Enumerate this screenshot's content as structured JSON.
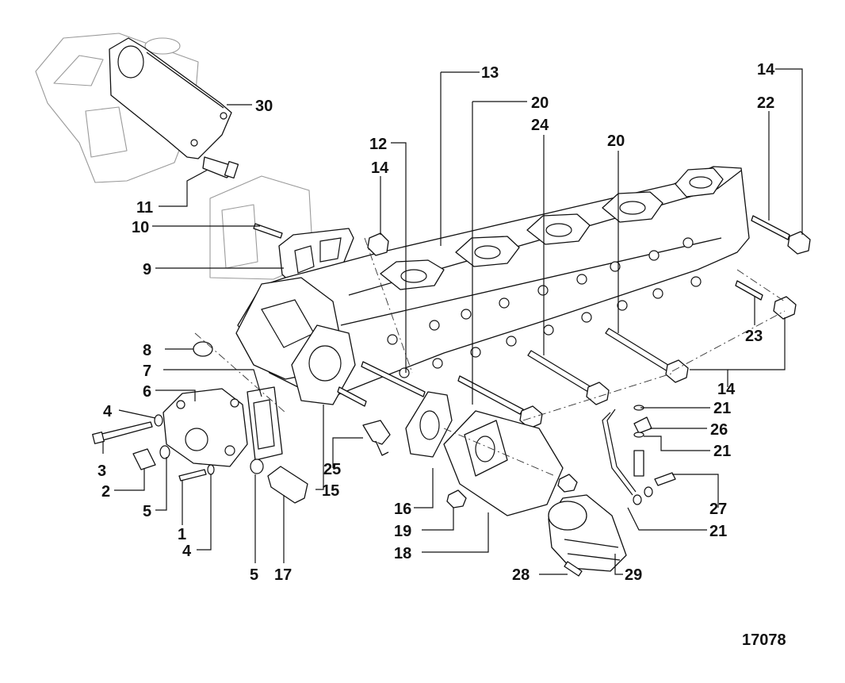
{
  "drawing_number": "17078",
  "callouts": {
    "c1": "1",
    "c2": "2",
    "c3": "3",
    "c4a": "4",
    "c4b": "4",
    "c5a": "5",
    "c5b": "5",
    "c6": "6",
    "c7": "7",
    "c8": "8",
    "c9": "9",
    "c10": "10",
    "c11": "11",
    "c12": "12",
    "c13": "13",
    "c14a": "14",
    "c14b": "14",
    "c14c": "14",
    "c15": "15",
    "c16": "16",
    "c17": "17",
    "c18": "18",
    "c19": "19",
    "c20a": "20",
    "c20b": "20",
    "c21a": "21",
    "c21b": "21",
    "c21c": "21",
    "c22": "22",
    "c23": "23",
    "c24": "24",
    "c25": "25",
    "c26": "26",
    "c27": "27",
    "c28": "28",
    "c29": "29",
    "c30": "30"
  }
}
